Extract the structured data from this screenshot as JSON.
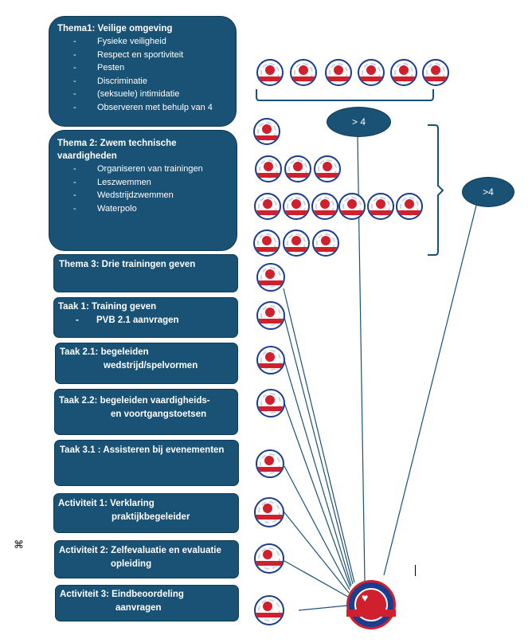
{
  "thema1": {
    "title": "Thema1: Veilige omgeving",
    "items": [
      "Fysieke veiligheid",
      "Respect en sportiviteit",
      "Pesten",
      "Discriminatie",
      "(seksuele) intimidatie",
      "Observeren met behulp van 4"
    ]
  },
  "thema2": {
    "title_line1": "Thema 2: Zwem technische",
    "title_line2": "vaardigheden",
    "items": [
      "Organiseren van trainingen",
      "Leszwemmen",
      "Wedstrijdzwemmen",
      "Waterpolo"
    ]
  },
  "thema3": {
    "title": "Thema 3: Drie trainingen geven"
  },
  "taak1": {
    "title": "Taak 1: Training geven",
    "item": "PVB 2.1 aanvragen"
  },
  "taak21": {
    "line1": "Taak 2.1: begeleiden",
    "line2": "wedstrijd/spelvormen"
  },
  "taak22": {
    "line1": "Taak 2.2: begeleiden vaardigheids-",
    "line2": "en voortgangstoetsen"
  },
  "taak31": {
    "title": "Taak 3.1 : Assisteren bij evenementen"
  },
  "act1": {
    "line1": "Activiteit 1: Verklaring",
    "line2": "praktijkbegeleider"
  },
  "act2": {
    "line1": "Activiteit 2: Zelfevaluatie en evaluatie",
    "line2": "opleiding"
  },
  "act3": {
    "line1": "Activiteit 3:  Eindbeoordeling",
    "line2": "aanvragen"
  },
  "oval_top": ">  4",
  "oval_right": ">4",
  "dash": "-",
  "colors": {
    "box": "#1a5276",
    "badge_ring": "#1b3d8f",
    "badge_red": "#d0202e",
    "line": "#1a5276"
  }
}
